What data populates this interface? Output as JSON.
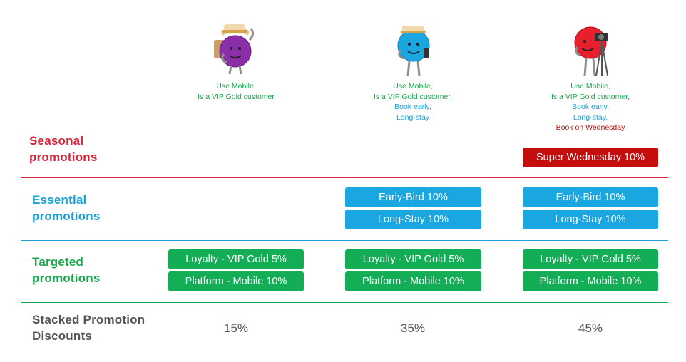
{
  "colors": {
    "seasonal": "#d6243a",
    "essential": "#1ba0d6",
    "targeted": "#17a84b",
    "stacked_text": "#555555",
    "pill_green": "#13ad55",
    "pill_blue": "#1aa6e0",
    "pill_red": "#c40d0d"
  },
  "rows": {
    "seasonal": "Seasonal promotions",
    "essential": "Essential promotions",
    "targeted": "Targeted promotions",
    "stacked": "Stacked Promotion Discounts"
  },
  "columns": [
    {
      "mascot": "purple-traveler-mascot-icon",
      "conditions": [
        "Use Mobile,",
        "Is a VIP Gold customer"
      ],
      "targeted": [
        "Loyalty - VIP Gold 5%",
        "Platform - Mobile 10%"
      ],
      "essential": [],
      "seasonal": [],
      "stacked_discount": "15%"
    },
    {
      "mascot": "blue-phone-mascot-icon",
      "conditions": [
        "Use Mobile,",
        "Is a VIP Gold customer,",
        "Book early,",
        "Long-stay"
      ],
      "targeted": [
        "Loyalty - VIP Gold 5%",
        "Platform - Mobile 10%"
      ],
      "essential": [
        "Early-Bird 10%",
        "Long-Stay 10%"
      ],
      "seasonal": [],
      "stacked_discount": "35%"
    },
    {
      "mascot": "red-camera-mascot-icon",
      "conditions": [
        "Use Mobile,",
        "Is a VIP Gold customer,",
        "Book early,",
        "Long-stay,",
        "Book on Wednesday"
      ],
      "targeted": [
        "Loyalty - VIP Gold 5%",
        "Platform - Mobile 10%"
      ],
      "essential": [
        "Early-Bird 10%",
        "Long-Stay 10%"
      ],
      "seasonal": [
        "Super Wednesday 10%"
      ],
      "stacked_discount": "45%"
    }
  ]
}
